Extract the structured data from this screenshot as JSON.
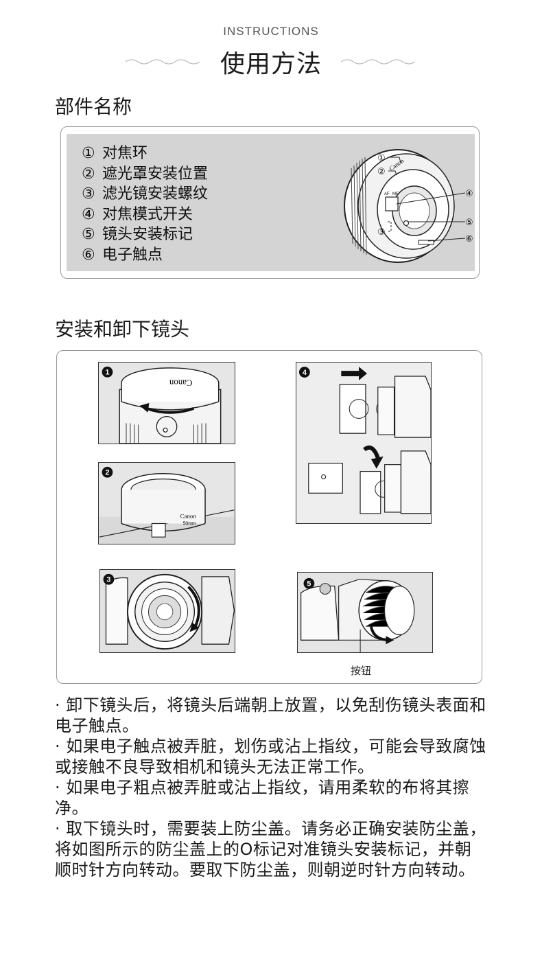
{
  "header": {
    "en_title": "INSTRUCTIONS",
    "zh_title": "使用方法"
  },
  "parts": {
    "title": "部件名称",
    "items": [
      {
        "num": "①",
        "label": "对焦环"
      },
      {
        "num": "②",
        "label": "遮光罩安装位置"
      },
      {
        "num": "③",
        "label": "滤光镜安装螺纹"
      },
      {
        "num": "④",
        "label": "对焦模式开关"
      },
      {
        "num": "⑤",
        "label": "镜头安装标记"
      },
      {
        "num": "⑥",
        "label": "电子触点"
      }
    ],
    "diagram_callouts": [
      "①",
      "②",
      "③",
      "④",
      "⑤",
      "⑥"
    ],
    "lens_brand": "Canon",
    "switch_labels": [
      "AF",
      "MF"
    ]
  },
  "mounting": {
    "title": "安装和卸下镜头",
    "steps": [
      "1",
      "2",
      "3",
      "4",
      "5"
    ],
    "cap_brand": "Canon",
    "lens_brand": "Canon",
    "lens_model": "50mm",
    "button_label": "按钮"
  },
  "notes": [
    "· 卸下镜头后，将镜头后端朝上放置，以免刮伤镜头表面和电子触点。",
    "· 如果电子触点被弄脏，划伤或沾上指纹，可能会导致腐蚀或接触不良导致相机和镜头无法正常工作。",
    "· 如果电子粗点被弄脏或沾上指纹，请用柔软的布将其擦净。",
    "· 取下镜头时，需要装上防尘盖。请务必正确安装防尘盖，将如图所示的防尘盖上的O标记对准镜头安装标记，并朝顺时针方向转动。要取下防尘盖，则朝逆时针方向转动。"
  ],
  "colors": {
    "panel_gray": "#d4d4d4",
    "box_border": "#999999",
    "text": "#1a1a1a"
  }
}
